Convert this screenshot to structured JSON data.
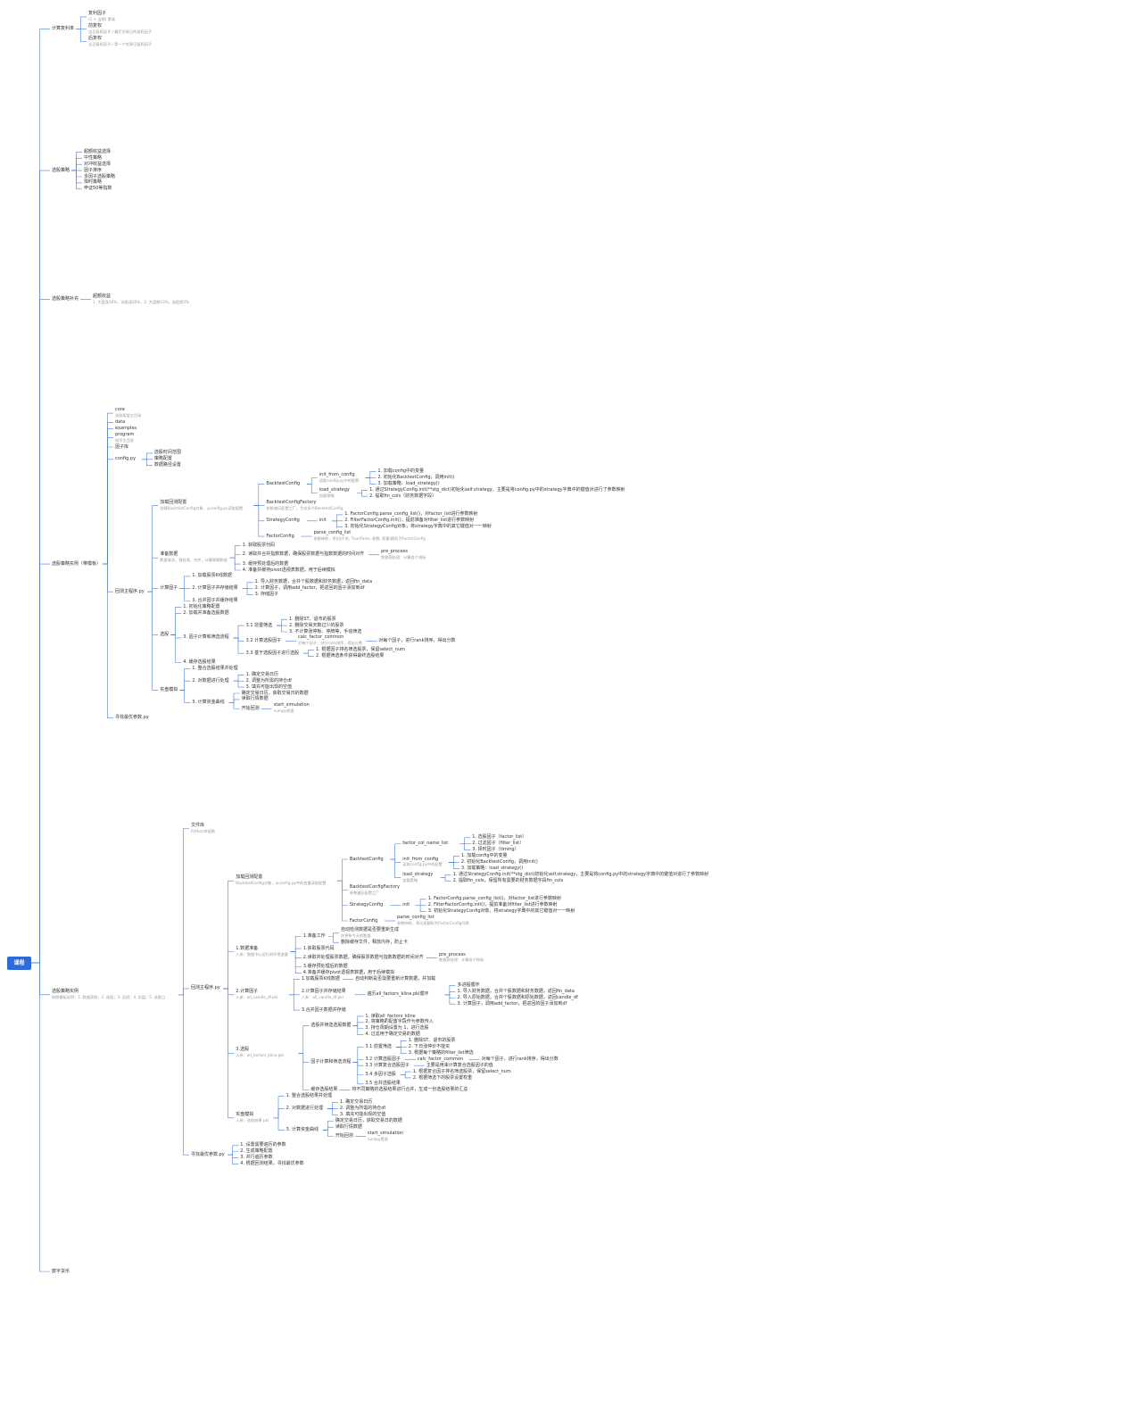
{
  "root": "课程",
  "branches": [
    {
      "label": "计算复利率",
      "children": [
        {
          "label": "复利因子",
          "note": "(1 + 当期) 累乘"
        },
        {
          "label": "前复权",
          "note": "当日复权因子 / 最后交易日的复权因子"
        },
        {
          "label": "后复权",
          "note": "当日复权因子 / 第一个交易日复权因子"
        }
      ]
    },
    {
      "label": "选股策略",
      "children": [
        "超额收益选择",
        "中性策略",
        "对冲收益选择",
        "因子排序",
        "多因子选股策略",
        "择时策略",
        "申证50等指数"
      ]
    },
    {
      "label": "选股策略补充",
      "children": [
        {
          "label": "超额收益",
          "note": "1. 大盘涨10%，选股涨20%，2. 大盘跌10%，选股跌5%"
        }
      ]
    },
    {
      "label": "选股策略实例（带模板）",
      "children": [
        {
          "label": "core",
          "note": "选股框架主目录"
        },
        {
          "label": "data"
        },
        {
          "label": "examples"
        },
        {
          "label": "program",
          "note": "程序主目录"
        },
        {
          "label": "因子库"
        },
        {
          "label": "config.py",
          "children": [
            "选股时间范围",
            "策略配置",
            "数据路径设置"
          ]
        },
        {
          "label": "回测主程序.py",
          "children": [
            {
              "label": "加载回测配置",
              "note": "创建BacktestConfig对象，从config.py读取配置",
              "children": [
                {
                  "label": "BacktestConfig",
                  "children": [
                    {
                      "label": "init_from_config",
                      "note": "读取config.py中的配置",
                      "children": [
                        "1. 加载config中的变量",
                        "2. 初始化BacktestConfig，调用init()",
                        "3. 加载策略：load_strategy()"
                      ]
                    },
                    {
                      "label": "load_strategy",
                      "note": "加载策略",
                      "children": [
                        "1. 通过StrategyConfig.init(**stg_dict)初始化self.strategy，主要是将config.py中的strategy字典中的键值对进行了参数映射",
                        "2. 提取fin_cols（财务数据字段）"
                      ]
                    }
                  ]
                },
                {
                  "label": "BacktestConfigFactory",
                  "note": "参数遍历配置工厂，生成多个BacktestConfig"
                },
                {
                  "label": "StrategyConfig",
                  "children": [
                    {
                      "label": "init",
                      "children": [
                        "1. FactorConfig.parse_config_list()，对factor_list进行参数映射",
                        "2. FilterFactorConfig.init()，提前准备对filter_list进行参数映射",
                        "3. 初始化StrategyConfig对象，将strategy字典中的其它键值对一一映射"
                      ]
                    }
                  ]
                },
                {
                  "label": "FactorConfig",
                  "children": [
                    {
                      "label": "parse_config_list",
                      "note": "参数映射，将(因子名, True/False, 参数, 权重)解析为FactorConfig"
                    }
                  ]
                }
              ]
            },
            {
              "label": "准备数据",
              "note": "数据清洗，预处理，合并，计算周期数据",
              "children": [
                "1. 获取股票代码",
                {
                  "label": "2. 读取并合并指数数据，确保股票数据与指数数据的时间对齐",
                  "children": [
                    {
                      "label": "pre_process",
                      "note": "数据预处理：计算各个指标"
                    }
                  ]
                },
                "3. 缓存预处理后的数据",
                "4. 准备并缓存pivot透视表数据，用于后续模拟"
              ]
            },
            {
              "label": "计算因子",
              "children": [
                "1. 加载股票K线数据",
                {
                  "label": "2. 计算因子并存储结果",
                  "children": [
                    "1. 导入财务数据，合并个股数据和财务数据，返回fin_data",
                    "2. 计算因子，调用add_factor，把返回的因子添加到df",
                    "3. 存储因子"
                  ]
                },
                "3. 合并因子并缓存结果"
              ]
            },
            {
              "label": "选股",
              "children": [
                "1. 初始化策略配置",
                "2. 加载并准备选股数据",
                {
                  "label": "3. 因子计算和筛选流程",
                  "children": [
                    {
                      "label": "3.1 前置筛选",
                      "children": [
                        "1. 删除ST、退市的股票",
                        "2. 删除交易天数过少的股票",
                        "3. 不计算涨停板、停牌等，手动筛选"
                      ]
                    },
                    {
                      "label": "3.2 计算选股因子",
                      "children": [
                        {
                          "label": "calc_factor_common",
                          "note": "对每个因子，进行rank排序，得出分数",
                          "children": [
                            "对每个因子，进行rank排序，得出分数"
                          ]
                        }
                      ]
                    },
                    {
                      "label": "3.3 基于选股因子进行选股",
                      "children": [
                        "1. 根据因子排名筛选股票，保留select_num",
                        "2. 根据筛选条件获得最终选股结果"
                      ]
                    }
                  ]
                },
                "4. 缓存选股结果"
              ]
            },
            {
              "label": "实盘模拟",
              "children": [
                "1. 整合选股结果并处理",
                {
                  "label": "2. 对数据进行处理",
                  "children": [
                    "1. 确定交易日历",
                    "2. 调整为所需的持仓df",
                    "3. 填充可能出现的空值"
                  ]
                },
                {
                  "label": "3. 计算资金曲线",
                  "children": [
                    "确定交易日历，获取交易日的数据",
                    "读取行情数据",
                    {
                      "label": "开始回测",
                      "children": [
                        {
                          "label": "start_simulation",
                          "note": "numpy提速"
                        }
                      ]
                    }
                  ]
                }
              ]
            }
          ]
        },
        {
          "label": "寻找最优参数.py"
        }
      ]
    },
    {
      "label": "选股策略实例",
      "note": "按照模板说明：1. 数据获取；2. 选股；3. 回测；4. 实盘；5. 选股日",
      "children": [
        {
          "label": "文件库",
          "note": "Python库函数"
        },
        {
          "label": "回测主程序.py",
          "children": [
            {
              "label": "加载回测配置",
              "note": "BacktestConfig对象，从config.py中的变量读取配置",
              "children": [
                {
                  "label": "BacktestConfig",
                  "children": [
                    {
                      "label": "factor_col_name_list",
                      "children": [
                        "1. 选股因子（factor_list）",
                        "2. 过滤因子（filter_list）",
                        "3. 择时因子（timing）"
                      ]
                    },
                    {
                      "label": "init_from_config",
                      "note": "读取config.py中的配置",
                      "children": [
                        "1. 加载config中的变量",
                        "2. 初始化BacktestConfig，调用init()",
                        "3. 加载策略：load_strategy()"
                      ]
                    },
                    {
                      "label": "load_strategy",
                      "note": "加载策略",
                      "children": [
                        "1. 通过StrategyConfig.init(**stg_dict)初始化self.strategy，主要是将config.py中的strategy字典中的键值对进行了参数映射",
                        "2. 提取fin_cols，保留所有需要的财务数据字段fin_cols"
                      ]
                    }
                  ]
                },
                {
                  "label": "BacktestConfigFactory",
                  "note": "参数遍历配置工厂"
                },
                {
                  "label": "StrategyConfig",
                  "children": [
                    {
                      "label": "init",
                      "children": [
                        "1. FactorConfig.parse_config_list()，对factor_list进行参数映射",
                        "2. FilterFactorConfig.init()，提前准备对filter_list进行参数映射",
                        "3. 初始化StrategyConfig对象，将strategy字典中的其它键值对一一映射"
                      ]
                    }
                  ]
                },
                {
                  "label": "FactorConfig",
                  "children": [
                    {
                      "label": "parse_config_list",
                      "note": "参数映射，将元组解析为FactorConfig列表"
                    }
                  ]
                }
              ]
            },
            {
              "label": "1.数据准备",
              "note": "入参：数据中心运行的环境变量",
              "children": [
                {
                  "label": "1.准备工作",
                  "children": [
                    {
                      "label": "自动检测数据是否要重新生成",
                      "note": "仅更新今天的数据"
                    },
                    "删除缓存文件，释放内存，防止卡"
                  ]
                },
                "1.获取股票代码",
                {
                  "label": "2.读取并处理股票数据，确保股票数据与指数数据的时间对齐",
                  "children": [
                    {
                      "label": "pre_process",
                      "note": "数据预处理：计算各个指标"
                    }
                  ]
                },
                "3.缓存预处理后的数据",
                "4.准备并缓存pivot透视表数据，用于后续模拟"
              ]
            },
            {
              "label": "2.计算因子",
              "note": "入参：all_candle_df.pkl",
              "children": [
                {
                  "label": "1.加载股票K线数据",
                  "children": [
                    "自动判断是否需要重新计算数据，并加载"
                  ]
                },
                {
                  "label": "2.计算因子并存储结果",
                  "note": "入参：all_candle_df.pkl",
                  "children": [
                    {
                      "label": "遍历all_factors_kline.pkl循环",
                      "children": [
                        "多进程循环",
                        "1. 导入财务数据，合并个股数据和财务数据，返回fin_data",
                        "2. 导入原始数据，合并个股数据和原始数据，返回candle_df",
                        "3. 计算因子，调用add_factor，把返回的因子添加到df"
                      ]
                    }
                  ]
                },
                "3.合并因子数据并存储"
              ]
            },
            {
              "label": "3.选股",
              "note": "入参：all_factors_kline.pkl",
              "children": [
                {
                  "label": "选股并筛选选股数据",
                  "children": [
                    "1. 读取all_factors_kline",
                    "2. 将策略的配置字段作为参数传入",
                    "3. 持仓周期设置为 1，进行选股",
                    "4. 过滤用于确定交易的数据"
                  ]
                },
                {
                  "label": "因子计算和筛选流程",
                  "children": [
                    {
                      "label": "3.1 前置筛选",
                      "children": [
                        "1. 删除ST、退市的股票",
                        "2. 下日涨停价不能买",
                        "3. 根据每个策略的filter_list筛选"
                      ]
                    },
                    {
                      "label": "3.2 计算选股因子",
                      "children": [
                        {
                          "label": "calc_factor_common",
                          "children": [
                            "对每个因子，进行rank排序，得出分数"
                          ]
                        }
                      ]
                    },
                    {
                      "label": "3.3 计算复合选股因子",
                      "children": [
                        "主要是用来计算复合选股因子的值"
                      ]
                    },
                    {
                      "label": "3.4 多因子选股",
                      "children": [
                        "1. 根据复合因子排名筛选股票，保留select_num",
                        "2. 根据筛选下的股票设置权重"
                      ]
                    },
                    "3.5 合并选股结果"
                  ]
                },
                {
                  "label": "缓存选股结果",
                  "children": [
                    "将不同策略的选股结果进行合并，生成一份选股结果的汇总"
                  ]
                }
              ]
            },
            {
              "label": "实盘模拟",
              "note": "入参：选股结果.pkl",
              "children": [
                "1. 整合选股结果并处理",
                {
                  "label": "2. 对数据进行处理",
                  "children": [
                    "1. 确定交易日历",
                    "2. 调整为所需的持仓df",
                    "3. 填充可能出现的空值"
                  ]
                },
                {
                  "label": "3. 计算资金曲线",
                  "children": [
                    "确定交易日历，获取交易日的数据",
                    "读取行情数据",
                    {
                      "label": "开始回测",
                      "children": [
                        {
                          "label": "start_simulation",
                          "note": "numpy提速"
                        }
                      ]
                    }
                  ]
                }
              ]
            }
          ]
        },
        {
          "label": "寻找最优参数.py",
          "children": [
            "1. 设置需要遍历的参数",
            "2. 生成策略配置",
            "3. 并行遍历参数",
            "4. 根据回测结果，寻找最优参数"
          ]
        }
      ]
    },
    {
      "label": "数字货币"
    }
  ]
}
